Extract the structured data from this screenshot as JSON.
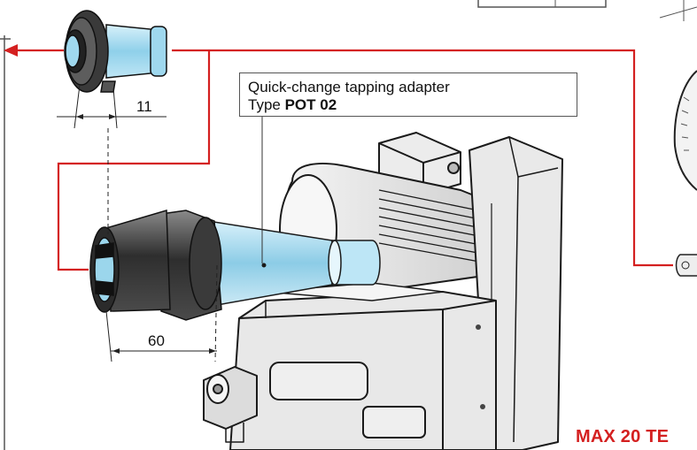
{
  "callout": {
    "line1": "Quick-change tapping adapter",
    "type_prefix": "Type ",
    "type_code": "POT 02"
  },
  "dimensions": {
    "upper_adapter": "11",
    "lower_adapter": "60"
  },
  "model_label": "MAX 20 TE",
  "colors": {
    "accent_red": "#d42020",
    "adapter_blue": "#9fd8ee",
    "machine_gray": "#e6e6e6",
    "outline": "#1a1a1a"
  },
  "icons": [
    "arrow-left-icon"
  ]
}
